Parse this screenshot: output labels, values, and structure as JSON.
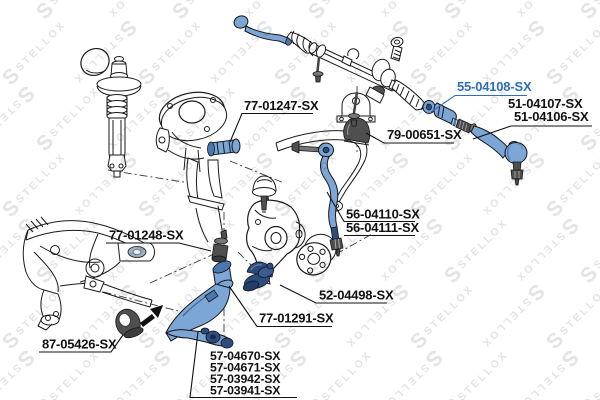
{
  "diagram_type": "exploded-suspension-parts-diagram",
  "watermark": {
    "logo": "S",
    "text": "STELLOX"
  },
  "selected_part": "55-04108-SX",
  "colors": {
    "background": "#ffffff",
    "line": "#1a1a1a",
    "highlight": "#7ba6d5",
    "highlight_dark": "#2d4d7c",
    "bushing_gray": "#4f4f4f",
    "link": "#2e6db8",
    "watermark": "#e4e4e4"
  },
  "labels": [
    {
      "text": "77-01247-SX",
      "link": false
    },
    {
      "text": "55-04108-SX",
      "link": true
    },
    {
      "text": "51-04107-SX",
      "link": false
    },
    {
      "text": "51-04106-SX",
      "link": false
    },
    {
      "text": "79-00651-SX",
      "link": false
    },
    {
      "text": "56-04110-SX",
      "link": false
    },
    {
      "text": "56-04111-SX",
      "link": false
    },
    {
      "text": "77-01248-SX",
      "link": false
    },
    {
      "text": "87-05426-SX",
      "link": false
    },
    {
      "text": "57-04670-SX",
      "link": false
    },
    {
      "text": "57-04671-SX",
      "link": false
    },
    {
      "text": "57-03942-SX",
      "link": false
    },
    {
      "text": "57-03941-SX",
      "link": false
    },
    {
      "text": "77-01291-SX",
      "link": false
    },
    {
      "text": "52-04498-SX",
      "link": false
    }
  ]
}
